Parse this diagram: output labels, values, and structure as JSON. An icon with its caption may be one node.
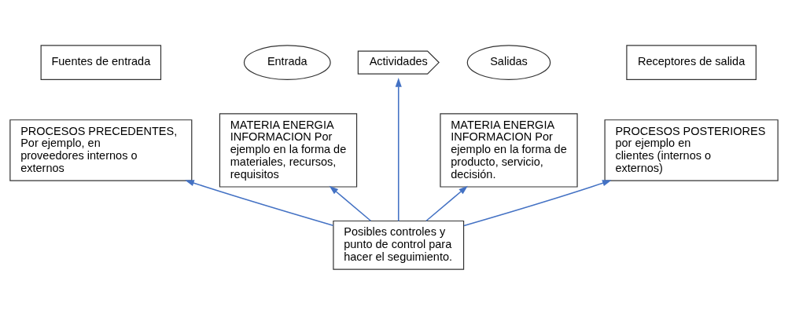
{
  "diagram": {
    "nodes": [
      {
        "text": [
          "Fuentes de entrada"
        ]
      },
      {
        "text": [
          "PROCESOS PRECEDENTES, Por ejemplo, en proveedores internos o externos"
        ]
      },
      {
        "text": [
          "Entrada"
        ]
      },
      {
        "text": [
          "MATERIA ENERGIA INFORMACION Por ejemplo en la forma de materiales, recursos, requisitos"
        ]
      },
      {
        "text": [
          "Actividades"
        ]
      },
      {
        "text": [
          "Salidas"
        ]
      },
      {
        "text": [
          "MATERIA ENERGIA INFORMACION Por ejemplo en la forma de producto, servicio, decisión."
        ]
      },
      {
        "text": [
          "Receptores de salida"
        ]
      },
      {
        "text": [
          "PROCESOS POSTERIORES por ejemplo en clientes (internos o externos)"
        ]
      },
      {
        "text": [
          "Posibles controles y punto de control para hacer el seguimiento."
        ]
      }
    ],
    "edges": [
      {
        "from": 9,
        "to": 1,
        "arrow": "to"
      },
      {
        "from": 9,
        "to": 3,
        "arrow": "to"
      },
      {
        "from": 9,
        "to": 4,
        "arrow": "to"
      },
      {
        "from": 9,
        "to": 6,
        "arrow": "to"
      },
      {
        "from": 9,
        "to": 8,
        "arrow": "to"
      }
    ]
  }
}
